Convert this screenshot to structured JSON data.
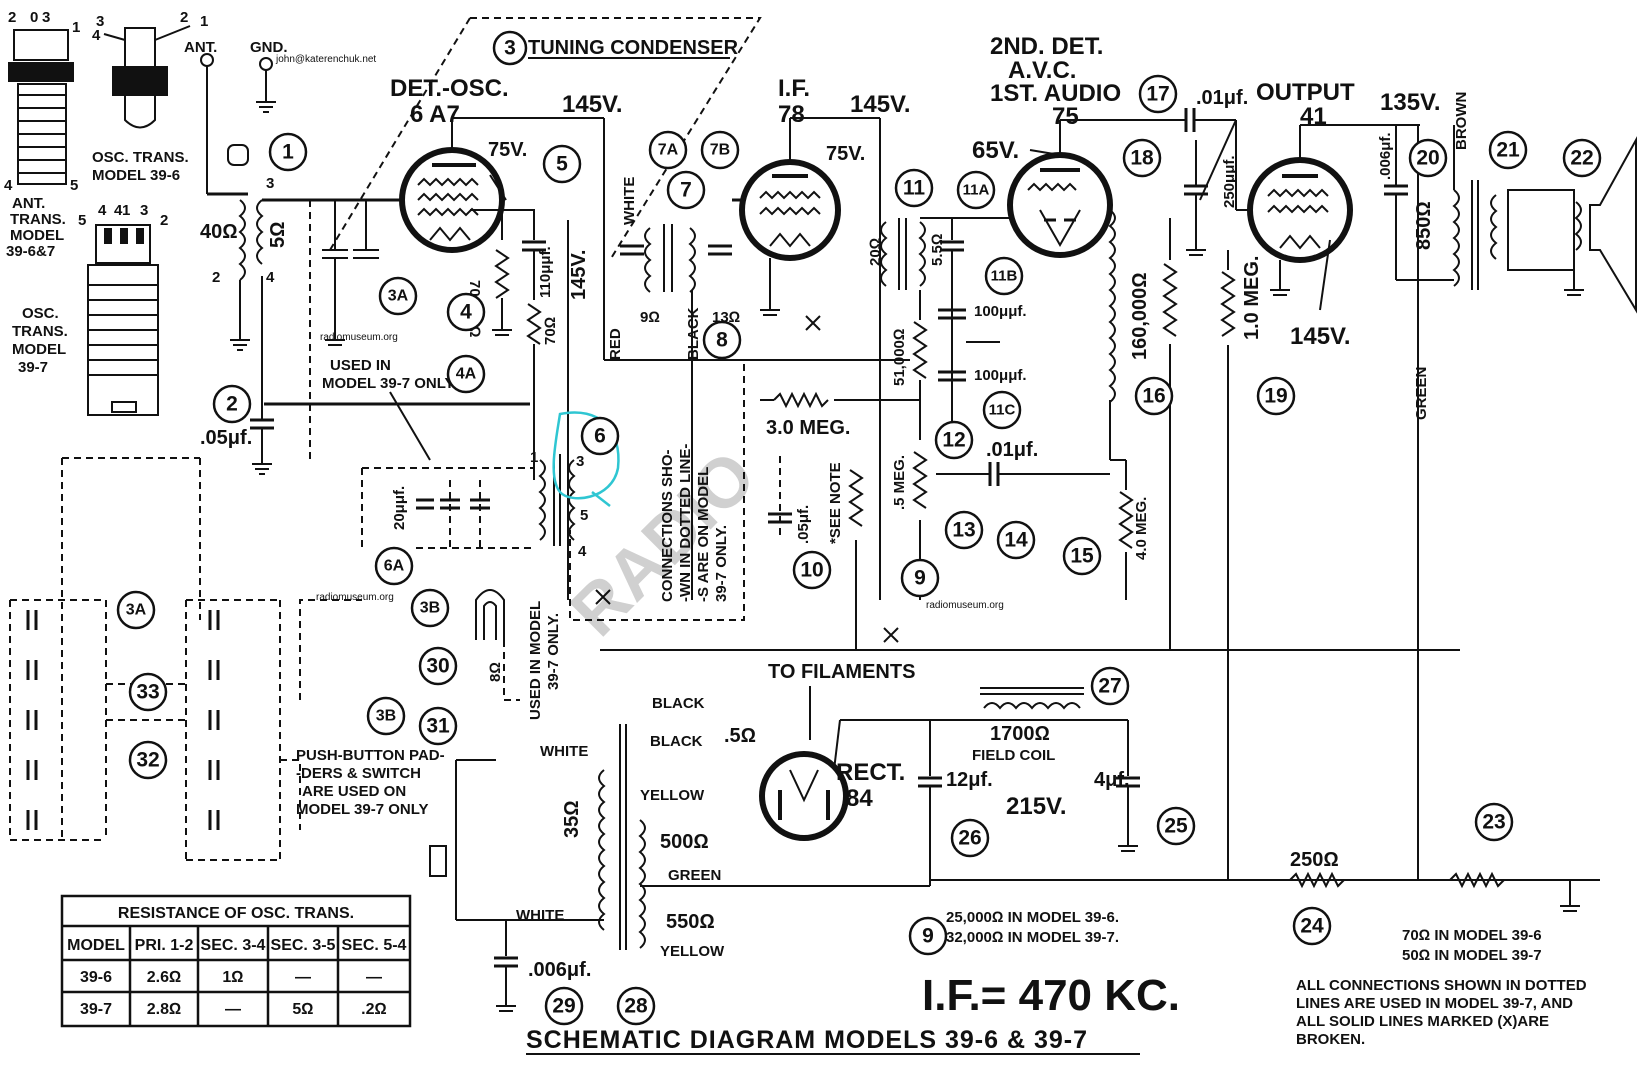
{
  "title": "SCHEMATIC DIAGRAM MODELS 39-6 & 39-7",
  "if_frequency": "I.F.= 470 KC.",
  "footnote": [
    "ALL CONNECTIONS SHOWN IN DOTTED",
    "LINES ARE USED IN MODEL 39-7, AND",
    "ALL SOLID LINES MARKED (X)ARE",
    "BROKEN."
  ],
  "note_9": [
    "25,000Ω IN MODEL 39-6.",
    "32,000Ω IN MODEL 39-7."
  ],
  "note_23": [
    "70Ω IN MODEL 39-6",
    "50Ω IN MODEL 39-7"
  ],
  "watermarks": {
    "top": "john@katerenchuk.net",
    "museum": "radiomuseum.org"
  },
  "tubes": {
    "det_osc": {
      "role": "DET.-OSC.",
      "type": "6 A7"
    },
    "if": {
      "role": "I.F.",
      "type": "78"
    },
    "det2": {
      "role1": "2ND. DET.",
      "role2": "A.V.C.",
      "role3": "1ST. AUDIO",
      "type": "75"
    },
    "output": {
      "role": "OUTPUT",
      "type": "41"
    },
    "rect": {
      "role": "RECT.",
      "type": "84"
    }
  },
  "voltages": {
    "v145a": "145V.",
    "v145b": "145V.",
    "v135": "135V.",
    "v75a": "75V.",
    "v75b": "75V.",
    "v65": "65V.",
    "v145c": "145V.",
    "v145d": "145V.",
    "v215": "215V."
  },
  "labels": {
    "ant": "ANT.",
    "gnd": "GND.",
    "tuning_condenser": "TUNING CONDENSER",
    "ant_trans": [
      "ANT.",
      "TRANS.",
      "MODEL",
      "39-6&7"
    ],
    "osc_trans_396": [
      "OSC. TRANS.",
      "MODEL 39-6"
    ],
    "osc_trans_397": [
      "OSC.",
      "TRANS.",
      "MODEL",
      "39-7"
    ],
    "used_in_397": [
      "USED IN",
      "MODEL 39-7 ONLY"
    ],
    "connections_note": [
      "CONNECTIONS SHO-",
      "-WN IN DOTTED LINE-",
      "-S ARE ON MODEL",
      "39-7 ONLY."
    ],
    "see_note": "*SEE NOTE",
    "push_button": [
      "PUSH-BUTTON PAD-",
      "-DERS & SWITCH",
      "ARE USED ON",
      "MODEL 39-7 ONLY"
    ],
    "used_in_model_397": [
      "USED IN MODEL",
      "39-7 ONLY."
    ],
    "to_filaments": "TO FILAMENTS",
    "field_coil": "FIELD COIL",
    "white": "WHITE",
    "black": "BLACK",
    "red": "RED",
    "green": "GREEN",
    "brown": "BROWN",
    "yellow": "YELLOW"
  },
  "values": {
    "r40": "40Ω",
    "r5": "5Ω",
    "c05": ".05μf.",
    "r70000": "70,000Ω",
    "c110": "110μμf.",
    "r70": "70Ω",
    "r9": "9Ω",
    "r13": "13Ω",
    "r20": "20Ω",
    "r55": "5.5Ω",
    "c100a": "100μμf.",
    "c100b": "100μμf.",
    "r51000": "51,000Ω",
    "r3meg": "3.0 MEG.",
    "c01a": ".01μf.",
    "c01b": ".01μf.",
    "c250": "250μμf.",
    "c006a": ".006μf.",
    "r850": "850Ω",
    "r160000": "160,000Ω",
    "r1meg": "1.0 MEG.",
    "r4meg": "4.0 MEG.",
    "r5meg": ".5 MEG.",
    "c05b": ".05μf.",
    "c20": "20μμf.",
    "r8": "8Ω",
    "r05": ".5Ω",
    "r1700": "1700Ω",
    "c12": "12μf.",
    "c4": "4μf.",
    "r35": "35Ω",
    "r500": "500Ω",
    "r550": "550Ω",
    "r250": "250Ω",
    "c006b": ".006μf."
  },
  "resistance_table": {
    "title": "RESISTANCE OF OSC. TRANS.",
    "headers": [
      "MODEL",
      "PRI. 1-2",
      "SEC. 3-4",
      "SEC. 3-5",
      "SEC. 5-4"
    ],
    "rows": [
      [
        "39-6",
        "2.6Ω",
        "1Ω",
        "—",
        "—"
      ],
      [
        "39-7",
        "2.8Ω",
        "—",
        "5Ω",
        ".2Ω"
      ]
    ]
  },
  "callouts": [
    "1",
    "2",
    "3",
    "3A",
    "4",
    "4A",
    "5",
    "6",
    "6A",
    "7",
    "7A",
    "7B",
    "8",
    "9",
    "10",
    "11",
    "11A",
    "11B",
    "11C",
    "12",
    "13",
    "14",
    "15",
    "16",
    "17",
    "18",
    "19",
    "20",
    "21",
    "22",
    "23",
    "24",
    "25",
    "26",
    "27",
    "28",
    "29",
    "30",
    "31",
    "32",
    "33",
    "3A",
    "3B",
    "3B"
  ]
}
